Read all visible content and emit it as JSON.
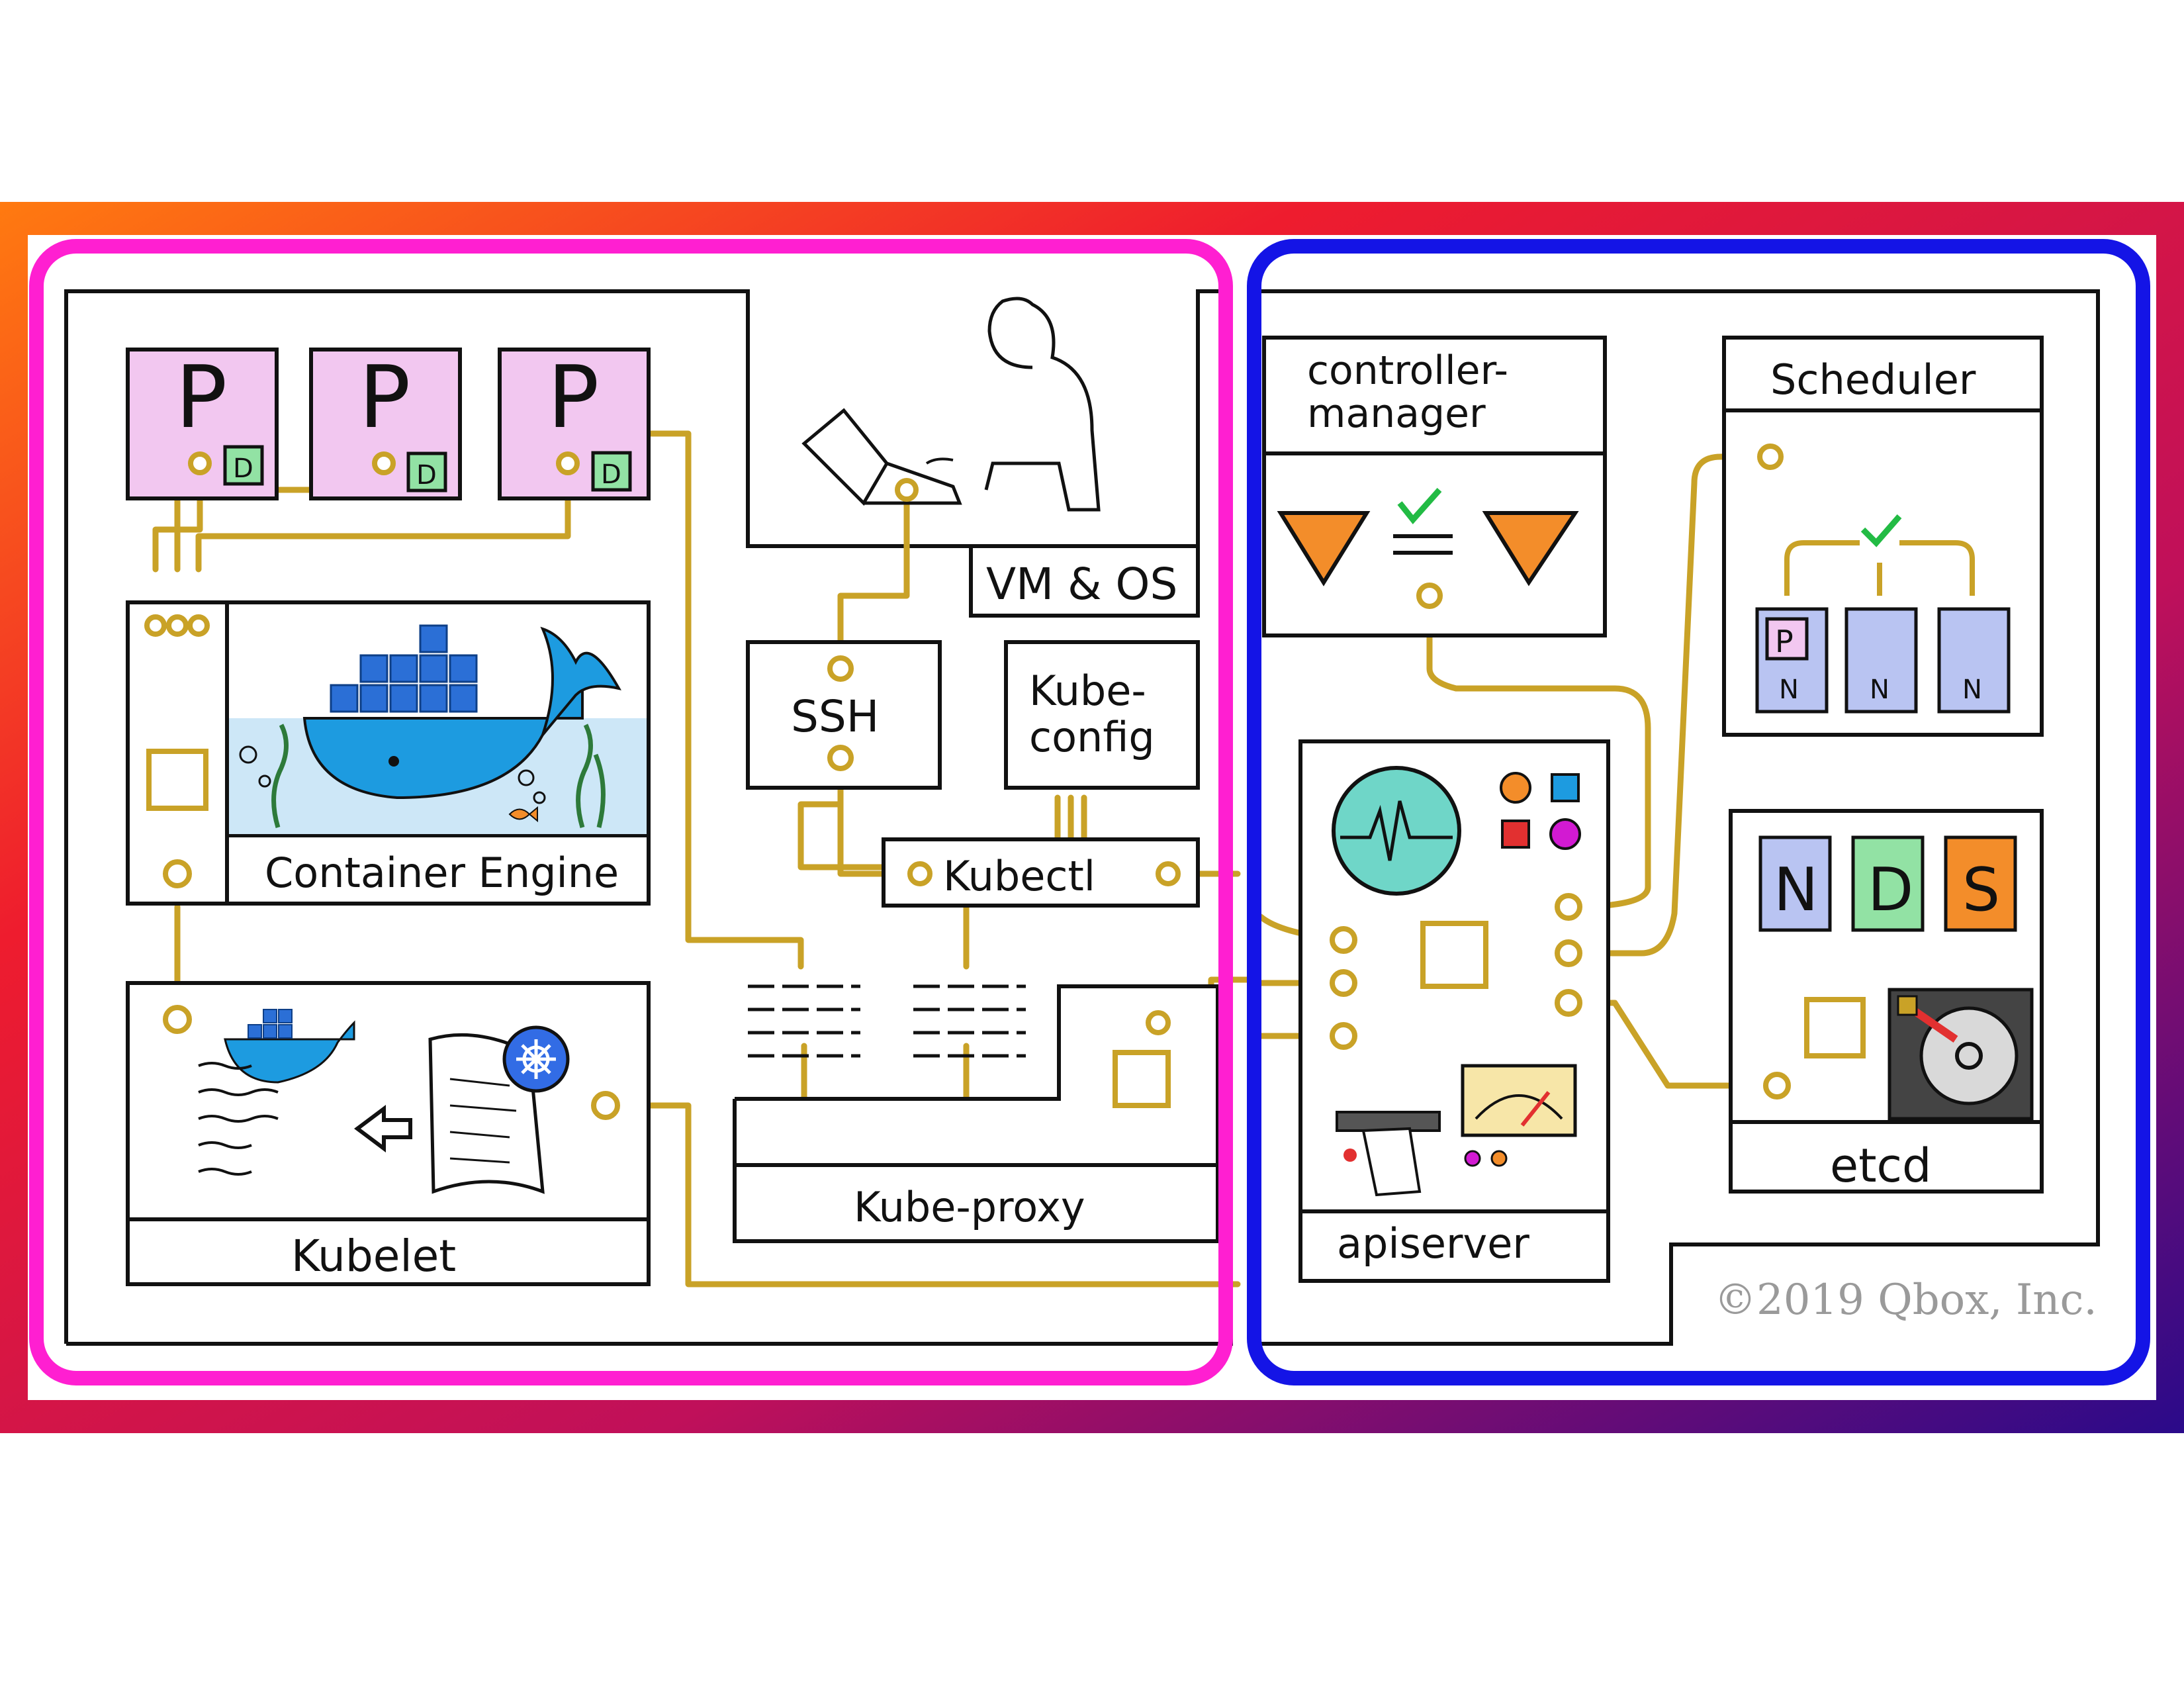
{
  "diagram": {
    "pod_label": "P",
    "docker_badge": "D",
    "vm_os": "VM & OS",
    "ssh": "SSH",
    "kubeconfig_line1": "Kube-",
    "kubeconfig_line2": "config",
    "kubectl": "Kubectl",
    "container_engine": "Container Engine",
    "kubelet": "Kubelet",
    "kube_proxy": "Kube-proxy",
    "controller_manager_line1": "controller-",
    "controller_manager_line2": "manager",
    "scheduler": "Scheduler",
    "node_label": "N",
    "etcd": "etcd",
    "etcd_tiles": [
      "N",
      "D",
      "S"
    ],
    "apiserver": "apiserver",
    "copyright": "©2019 Qbox, Inc."
  },
  "colors": {
    "worker_frame": "#ff1fd1",
    "master_frame": "#1414e6",
    "wire": "#c9a227",
    "pod_fill": "#f2c7f0",
    "docker_blue": "#1d9be0",
    "node_fill": "#b9c4f2",
    "d_tile": "#92e2a4",
    "s_tile": "#f38d2a",
    "check": "#22bb44"
  }
}
